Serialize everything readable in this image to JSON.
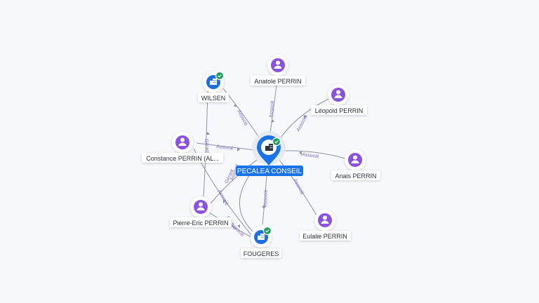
{
  "colors": {
    "edge": "#8d93a8",
    "edge_label": "#7a6fd6",
    "person_icon": "#8b52e0",
    "company_icon": "#1d6fe0",
    "center": "#1a73e8",
    "check": "#1e9e5a"
  },
  "center": {
    "label": "PECALEA CONSEIL",
    "icon": "building-icon",
    "verified": true
  },
  "people": [
    {
      "id": "anatole",
      "label": "Anatole PERRIN",
      "icon": "person-icon"
    },
    {
      "id": "leopold",
      "label": "Léopold PERRIN",
      "icon": "person-icon"
    },
    {
      "id": "anais",
      "label": "Anais PERRIN",
      "icon": "person-icon"
    },
    {
      "id": "eulalie",
      "label": "Eulalie PERRIN",
      "icon": "person-icon"
    },
    {
      "id": "constance",
      "label": "Constance PERRIN (AL...",
      "icon": "person-icon"
    },
    {
      "id": "pierre",
      "label": "Pierre-Eric PERRIN",
      "icon": "person-icon"
    }
  ],
  "companies": [
    {
      "id": "wilsen",
      "label": "WILSEN",
      "icon": "building-icon",
      "verified": true
    },
    {
      "id": "fougeres",
      "label": "FOUGERES",
      "icon": "building-icon",
      "verified": true
    }
  ],
  "edge_labels": {
    "associe": "Associé",
    "gerant": "Gérant"
  }
}
